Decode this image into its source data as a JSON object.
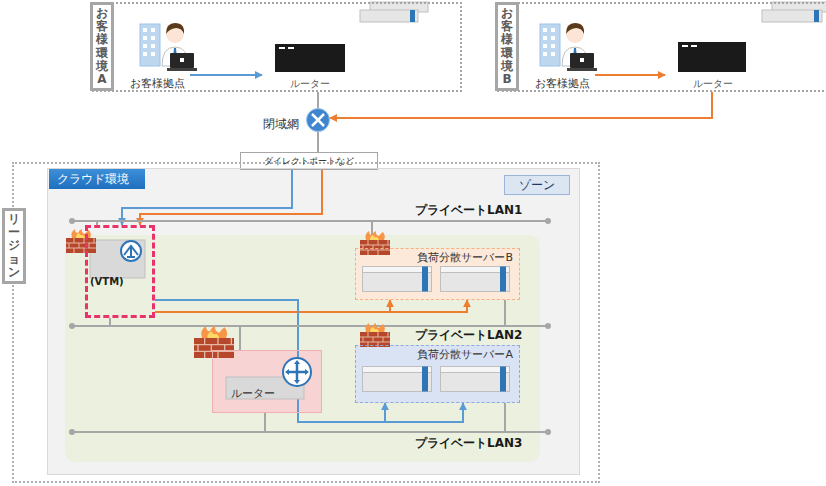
{
  "diagram": {
    "nodes": [
      {
        "text": [
          "お客様環境A"
        ]
      },
      {
        "text": [
          "お客様拠点"
        ],
        "in": 0
      },
      {
        "text": [
          "ルーター"
        ],
        "in": 0
      },
      {
        "text": [
          "お客様環境B"
        ]
      },
      {
        "text": [
          "お客様拠点"
        ],
        "in": 3
      },
      {
        "text": [
          "ルーター"
        ],
        "in": 3
      },
      {
        "text": [
          "閉域網"
        ]
      },
      {
        "text": [
          "ダイレクトポートなど"
        ]
      },
      {
        "text": [
          "リージョン"
        ]
      },
      {
        "text": [
          "クラウド環境"
        ],
        "in": 8
      },
      {
        "text": [
          "ゾーン"
        ],
        "in": 9
      },
      {
        "text": [
          "(VTM)"
        ],
        "in": 10
      },
      {
        "text": [
          "負荷分散サーバーB"
        ],
        "in": 10
      },
      {
        "text": [
          "負荷分散サーバーA"
        ],
        "in": 10
      },
      {
        "text": [
          "ルーター"
        ],
        "in": 10
      }
    ],
    "edges": [
      {
        "from": 1,
        "to": 2,
        "arrow": "to"
      },
      {
        "from": 2,
        "to": 6,
        "arrow": "none"
      },
      {
        "from": 4,
        "to": 5,
        "arrow": "to"
      },
      {
        "from": 5,
        "to": 6,
        "arrow": "to"
      },
      {
        "from": 6,
        "to": 7,
        "arrow": "none"
      },
      {
        "from": 7,
        "to": 11,
        "arrow": "to"
      },
      {
        "from": 7,
        "to": 11,
        "arrow": "to"
      },
      {
        "from": 11,
        "to": 12,
        "arrow": "to"
      },
      {
        "from": 11,
        "to": 13,
        "arrow": "to"
      }
    ],
    "labels": [
      "プライベートLAN1",
      "プライベートLAN2",
      "プライベートLAN3"
    ]
  }
}
